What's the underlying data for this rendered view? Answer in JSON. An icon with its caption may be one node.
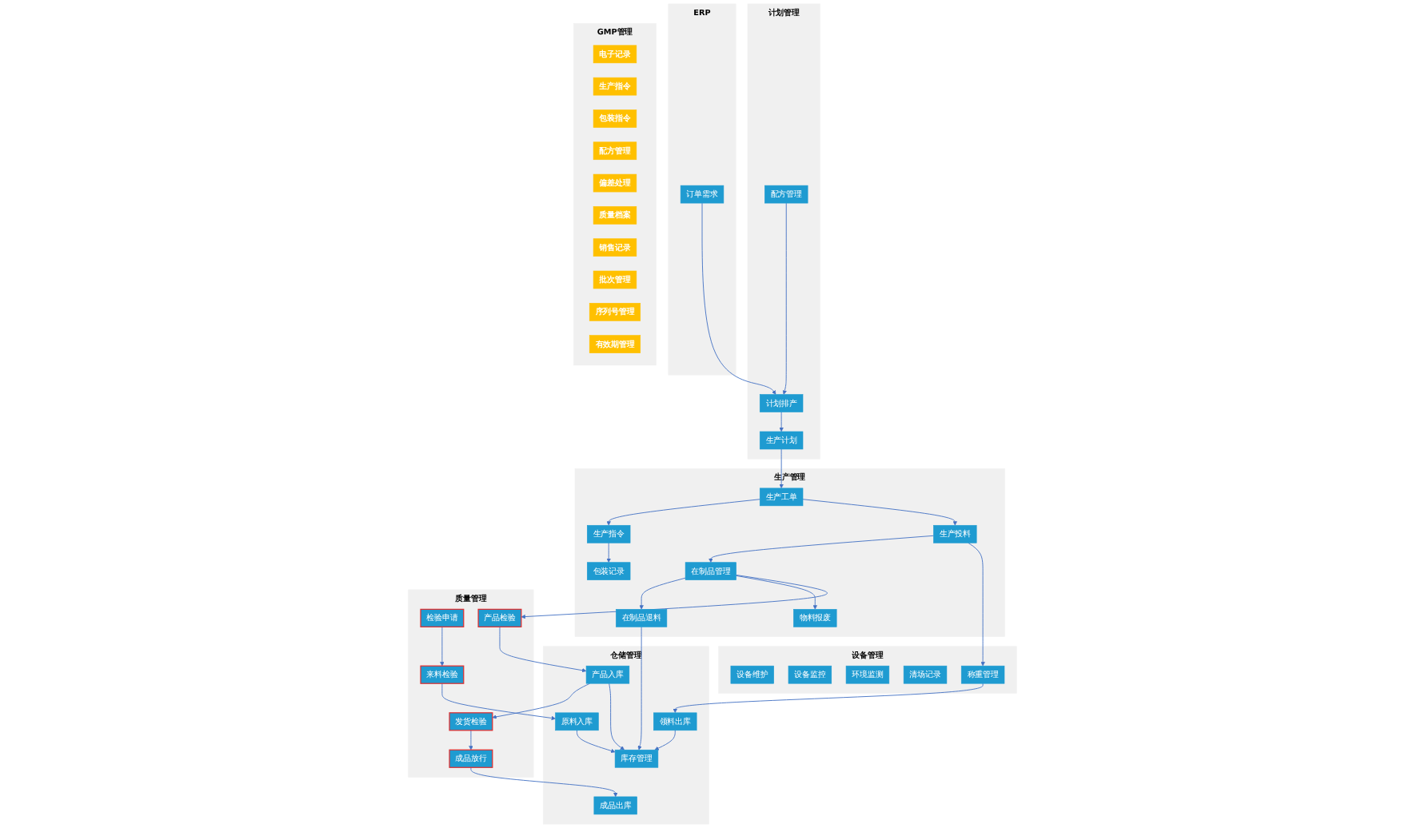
{
  "diagram": {
    "nodes": [
      {
        "text": [
          "ERP"
        ]
      },
      {
        "text": [
          "订单需求"
        ],
        "in": 0
      },
      {
        "text": [
          "计划管理"
        ]
      },
      {
        "text": [
          "配方管理"
        ],
        "in": 2
      },
      {
        "text": [
          "计划排产"
        ],
        "in": 2
      },
      {
        "text": [
          "生产计划"
        ],
        "in": 2
      },
      {
        "text": [
          "生产管理"
        ]
      },
      {
        "text": [
          "生产指令"
        ],
        "in": 6
      },
      {
        "text": [
          "生产工单"
        ],
        "in": 6
      },
      {
        "text": [
          "包装记录"
        ],
        "in": 6
      },
      {
        "text": [
          "生产投料"
        ],
        "in": 6
      },
      {
        "text": [
          "在制品退料"
        ],
        "in": 6
      },
      {
        "text": [
          "在制品管理"
        ],
        "in": 6
      },
      {
        "text": [
          "物料报废"
        ],
        "in": 6
      },
      {
        "text": [
          "质量管理"
        ]
      },
      {
        "text": [
          "检验申请"
        ],
        "in": 14
      },
      {
        "text": [
          "来料检验"
        ],
        "in": 14
      },
      {
        "text": [
          "产品检验"
        ],
        "in": 14
      },
      {
        "text": [
          "发货检验"
        ],
        "in": 14
      },
      {
        "text": [
          "成品放行"
        ],
        "in": 14
      },
      {
        "text": [
          "仓储管理"
        ]
      },
      {
        "text": [
          "产品入库"
        ],
        "in": 20
      },
      {
        "text": [
          "成品出库"
        ],
        "in": 20
      },
      {
        "text": [
          "原料入库"
        ],
        "in": 20
      },
      {
        "text": [
          "库存管理"
        ],
        "in": 20
      },
      {
        "text": [
          "领料出库"
        ],
        "in": 20
      },
      {
        "text": [
          "设备管理"
        ]
      },
      {
        "text": [
          "设备维护"
        ],
        "in": 26
      },
      {
        "text": [
          "设备监控"
        ],
        "in": 26
      },
      {
        "text": [
          "环境监测"
        ],
        "in": 26
      },
      {
        "text": [
          "清场记录"
        ],
        "in": 26
      },
      {
        "text": [
          "称重管理"
        ],
        "in": 26
      },
      {
        "text": [
          "GMP管理"
        ]
      },
      {
        "text": [
          "电子记录"
        ],
        "in": 32
      },
      {
        "text": [
          "生产指令"
        ],
        "in": 32
      },
      {
        "text": [
          "包装指令"
        ],
        "in": 32
      },
      {
        "text": [
          "配方管理"
        ],
        "in": 32
      },
      {
        "text": [
          "偏差处理"
        ],
        "in": 32
      },
      {
        "text": [
          "质量档案"
        ],
        "in": 32
      },
      {
        "text": [
          "销售记录"
        ],
        "in": 32
      },
      {
        "text": [
          "批次管理"
        ],
        "in": 32
      },
      {
        "text": [
          "序列号管理"
        ],
        "in": 32
      },
      {
        "text": [
          "有效期管理"
        ],
        "in": 32
      }
    ],
    "edges": [
      {
        "from": 1,
        "to": 4,
        "arrow": "to"
      },
      {
        "from": 3,
        "to": 4,
        "arrow": "to"
      },
      {
        "from": 4,
        "to": 5,
        "arrow": "to"
      },
      {
        "from": 5,
        "to": 8,
        "arrow": "to"
      },
      {
        "from": 8,
        "to": 7,
        "arrow": "to"
      },
      {
        "from": 7,
        "to": 9,
        "arrow": "to"
      },
      {
        "from": 8,
        "to": 10,
        "arrow": "to"
      },
      {
        "from": 10,
        "to": 12,
        "arrow": "to"
      },
      {
        "from": 12,
        "to": 11,
        "arrow": "to"
      },
      {
        "from": 12,
        "to": 13,
        "arrow": "to"
      },
      {
        "from": 10,
        "to": 31,
        "arrow": "to"
      },
      {
        "from": 11,
        "to": 24,
        "arrow": "to"
      },
      {
        "from": 15,
        "to": 16,
        "arrow": "to"
      },
      {
        "from": 16,
        "to": 23,
        "arrow": "to"
      },
      {
        "from": 12,
        "to": 17,
        "arrow": "to"
      },
      {
        "from": 17,
        "to": 21,
        "arrow": "to"
      },
      {
        "from": 21,
        "to": 18,
        "arrow": "to"
      },
      {
        "from": 18,
        "to": 19,
        "arrow": "to"
      },
      {
        "from": 19,
        "to": 22,
        "arrow": "to"
      },
      {
        "from": 21,
        "to": 24,
        "arrow": "to"
      },
      {
        "from": 23,
        "to": 24,
        "arrow": "to"
      },
      {
        "from": 25,
        "to": 24,
        "arrow": "to"
      },
      {
        "from": 31,
        "to": 25,
        "arrow": "to"
      }
    ]
  }
}
